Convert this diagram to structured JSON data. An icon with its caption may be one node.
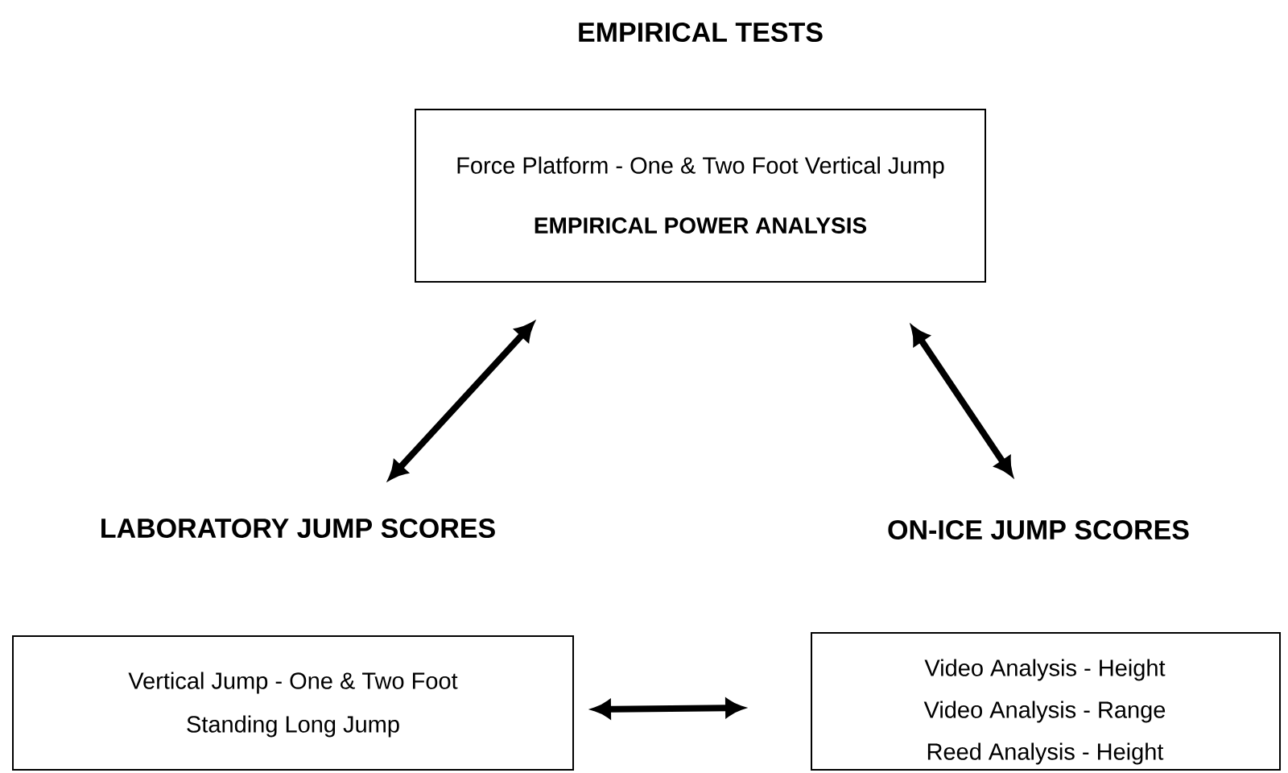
{
  "diagram": {
    "nodes": [
      {
        "text": [
          "EMPIRICAL TESTS",
          "Force Platform - One & Two Foot Vertical Jump",
          "EMPIRICAL POWER ANALYSIS"
        ]
      },
      {
        "text": [
          "LABORATORY JUMP SCORES",
          "Vertical Jump - One & Two Foot",
          "Standing Long Jump"
        ]
      },
      {
        "text": [
          "ON-ICE JUMP SCORES",
          "Video Analysis - Height",
          "Video Analysis - Range",
          "Reed Analysis - Height"
        ]
      }
    ],
    "edges": [
      {
        "from": 0,
        "to": 1,
        "arrow": "both"
      },
      {
        "from": 0,
        "to": 2,
        "arrow": "both"
      },
      {
        "from": 1,
        "to": 2,
        "arrow": "both"
      }
    ]
  }
}
